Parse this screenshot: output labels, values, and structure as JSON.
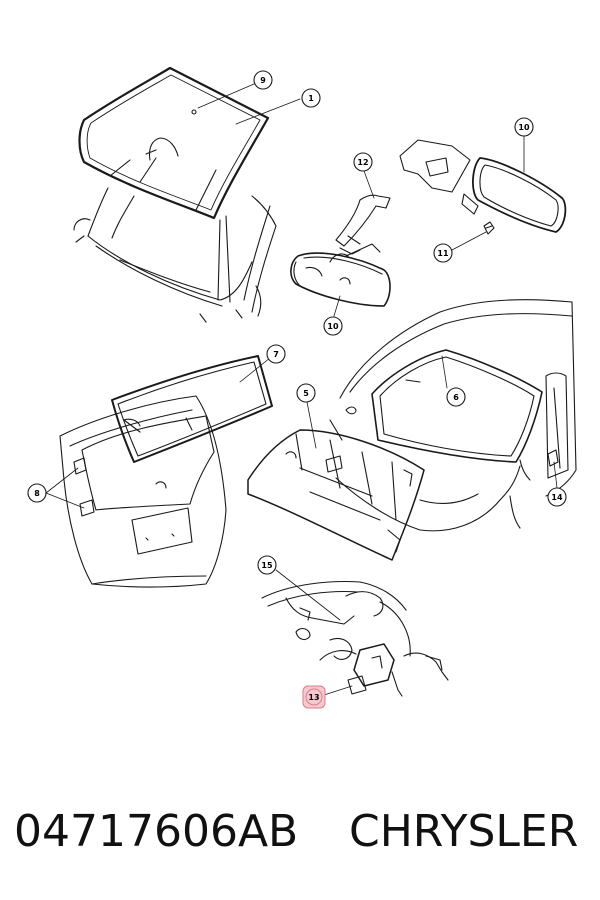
{
  "callouts": {
    "c1": "1",
    "c2": "9",
    "c3": "10",
    "c4": "12",
    "c5": "11",
    "c6": "10",
    "c7": "7",
    "c8": "5",
    "c9": "6",
    "c10": "8",
    "c11": "14",
    "c12": "15",
    "c13": "13"
  },
  "caption": {
    "part_number": "04717606AB",
    "brand": "CHRYSLER"
  },
  "colors": {
    "line": "#1a1a1a",
    "highlight_fill": "#f6c9cf",
    "highlight_stroke": "#e07b8a"
  }
}
